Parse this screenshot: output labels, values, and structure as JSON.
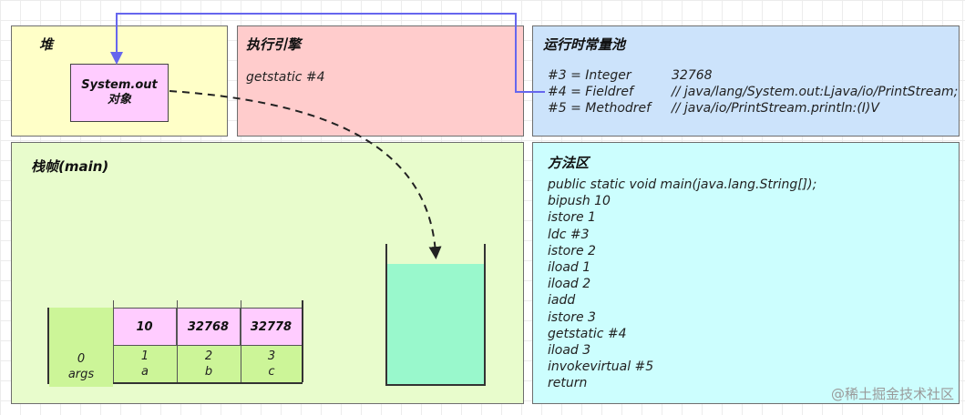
{
  "heap": {
    "title": "堆",
    "object_line1": "System.out",
    "object_line2": "对象"
  },
  "engine": {
    "title": "执行引擎",
    "instruction": "getstatic #4"
  },
  "pool": {
    "title": "运行时常量池",
    "rows": [
      {
        "key": "#3 = Integer",
        "value": "32768"
      },
      {
        "key": "#4 = Fieldref",
        "value": "// java/lang/System.out:Ljava/io/PrintStream;"
      },
      {
        "key": "#5 = Methodref",
        "value": "// java/io/PrintStream.println:(I)V"
      }
    ]
  },
  "frame": {
    "title": "栈帧(main)",
    "locals": [
      {
        "index": "0",
        "name": "args",
        "value": ""
      },
      {
        "index": "1",
        "name": "a",
        "value": "10"
      },
      {
        "index": "2",
        "name": "b",
        "value": "32768"
      },
      {
        "index": "3",
        "name": "c",
        "value": "32778"
      }
    ],
    "operand_stack_fill": 0.86
  },
  "method_area": {
    "title": "方法区",
    "code": [
      "public static void main(java.lang.String[]);",
      "bipush 10",
      "istore 1",
      "ldc #3",
      "istore 2",
      "iload 1",
      "iload 2",
      "iadd",
      "istore 3",
      "getstatic #4",
      "iload 3",
      "invokevirtual #5",
      "return"
    ]
  },
  "watermark": "@稀土掘金技术社区",
  "colors": {
    "heap_bg": "#ffffc8",
    "engine_bg": "#ffcccc",
    "pool_bg": "#cce3fb",
    "frame_bg": "#e8fccc",
    "method_bg": "#ccfefe",
    "object_bg": "#ffccff",
    "stack_fill": "#99f8cc",
    "reference_line": "#6666ee",
    "dashed_arrow": "#222222"
  }
}
